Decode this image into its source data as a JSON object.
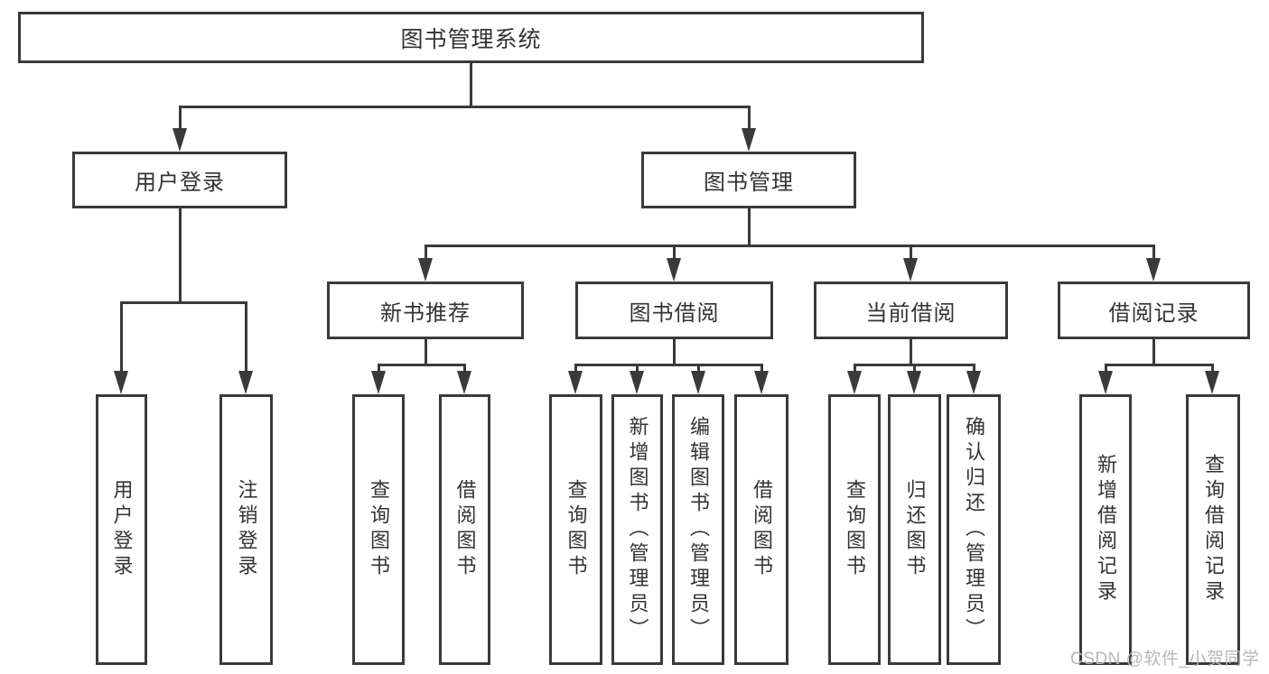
{
  "diagram": {
    "root": {
      "label": "图书管理系统"
    },
    "level2": [
      {
        "label": "用户登录"
      },
      {
        "label": "图书管理"
      }
    ],
    "level3": [
      {
        "label": "新书推荐"
      },
      {
        "label": "图书借阅"
      },
      {
        "label": "当前借阅"
      },
      {
        "label": "借阅记录"
      }
    ],
    "leaves": {
      "user_login": [
        {
          "label": "用户登录"
        },
        {
          "label": "注销登录"
        }
      ],
      "new_book": [
        {
          "label": "查询图书"
        },
        {
          "label": "借阅图书"
        }
      ],
      "book_borrow": [
        {
          "label": "查询图书"
        },
        {
          "label": "新增图书（管理员）"
        },
        {
          "label": "编辑图书（管理员）"
        },
        {
          "label": "借阅图书"
        }
      ],
      "current_borrow": [
        {
          "label": "查询图书"
        },
        {
          "label": "归还图书"
        },
        {
          "label": "确认归还（管理员）"
        }
      ],
      "borrow_record": [
        {
          "label": "新增借阅记录"
        },
        {
          "label": "查询借阅记录"
        }
      ]
    },
    "watermark": "CSDN @软件_小贺同学",
    "colors": {
      "line": "#3a3a3a",
      "text": "#333333",
      "watermark": "#b7b7b7",
      "background": "#ffffff"
    }
  }
}
